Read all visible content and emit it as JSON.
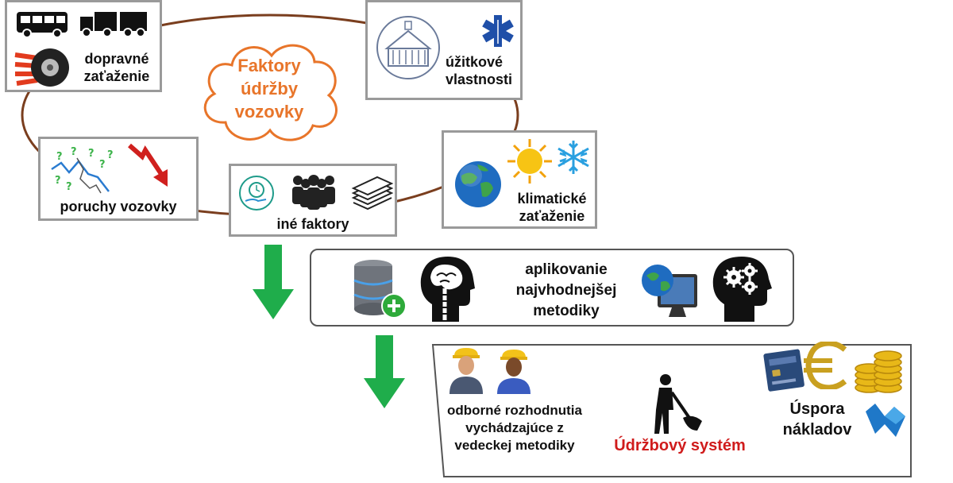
{
  "cloud": {
    "line1": "Faktory",
    "line2": "údržby",
    "line3": "vozovky"
  },
  "factors": {
    "traffic": {
      "line1": "dopravné",
      "line2": "zaťaženie"
    },
    "utility": {
      "line1": "úžitkové",
      "line2": "vlastnosti"
    },
    "defects": {
      "label": "poruchy vozovky"
    },
    "other": {
      "label": "iné faktory"
    },
    "climate": {
      "line1": "klimatické",
      "line2": "zaťaženie"
    }
  },
  "methodology": {
    "line1": "aplikovanie",
    "line2": "najvhodnejšej",
    "line3": "metodiky"
  },
  "system": {
    "decisions": {
      "line1": "odborné rozhodnutia",
      "line2": "vychádzajúce z",
      "line3": "vedeckej metodiky"
    },
    "maintenance": {
      "label": "Údržbový systém"
    },
    "savings": {
      "line1": "Úspora",
      "line2": "nákladov"
    }
  },
  "colors": {
    "cloud_text": "#e8752a",
    "cloud_stroke": "#e8752a",
    "ellipse": "#7a3e1e",
    "arrow": "#1fad4b",
    "maintenance_text": "#d01c1c",
    "box_border": "#9a9a9a"
  },
  "icons": [
    "bus-icon",
    "truck-icon",
    "tire-icon",
    "building-icon",
    "medical-star-icon",
    "crack-question-icon",
    "down-trend-arrow-icon",
    "clock-hand-icon",
    "people-group-icon",
    "paper-stack-icon",
    "globe-icon",
    "sun-icon",
    "snowflake-icon",
    "database-add-icon",
    "head-brain-icon",
    "globe-monitor-icon",
    "head-gears-icon",
    "worker-icon",
    "worker-woman-icon",
    "shovel-worker-icon",
    "credit-card-icon",
    "euro-icon",
    "coins-icon",
    "blue-arrow-icon"
  ]
}
